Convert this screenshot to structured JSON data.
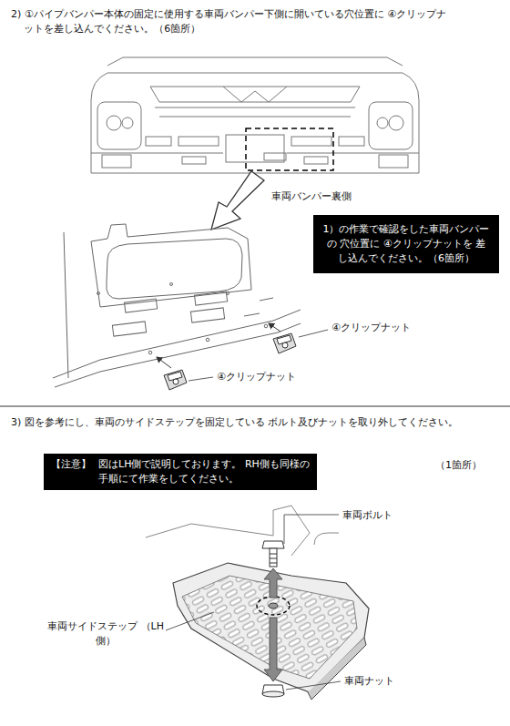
{
  "diagram": {
    "nodes": [
      {
        "text": [
          "1）の作業で確認をした車両バンパーの 穴位置に ④クリップナットを 差し込んでください。（6箇所）"
        ]
      },
      {
        "text": [
          "【注意】",
          "図はLH側で説明しております。 RH側も同様の手順にて作業をしてください。"
        ]
      }
    ],
    "labels": [
      "2) ①パイプバンパー本体の固定に使用する車両バンパー下側に開いている穴位置に ④クリップナットを差し込んでください。（6箇所）",
      "車両バンパー裏側",
      "④クリップナット",
      "④クリップナット",
      "3) 図を参考にし、車両のサイドステップを固定している ボルト及びナットを取り外してください。",
      "（1箇所）",
      "車両ボルト",
      "車両サイドステップ （LH側）",
      "車両ナット"
    ]
  }
}
